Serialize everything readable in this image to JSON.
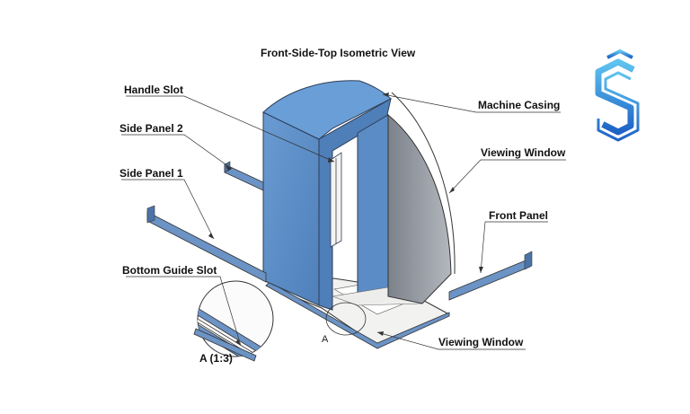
{
  "title": "Front-Side-Top Isometric View",
  "labels": {
    "handle_slot": "Handle Slot",
    "side_panel_2": "Side Panel 2",
    "side_panel_1": "Side Panel 1",
    "bottom_guide_slot": "Bottom Guide Slot",
    "detail_scale": "A (1:3)",
    "detail_marker": "A",
    "machine_casing": "Machine Casing",
    "viewing_window_top": "Viewing Window",
    "front_panel": "Front Panel",
    "viewing_window_bottom": "Viewing Window"
  },
  "logo": {
    "letter": "S",
    "color_top": "#5fc3ef",
    "color_bottom": "#1e63c6"
  },
  "colors": {
    "casing": "#5a8cc4",
    "casing_dark": "#4676ad",
    "window": "#9aa0a8",
    "floor": "#f0f0ee",
    "rail": "#6c94c6"
  }
}
